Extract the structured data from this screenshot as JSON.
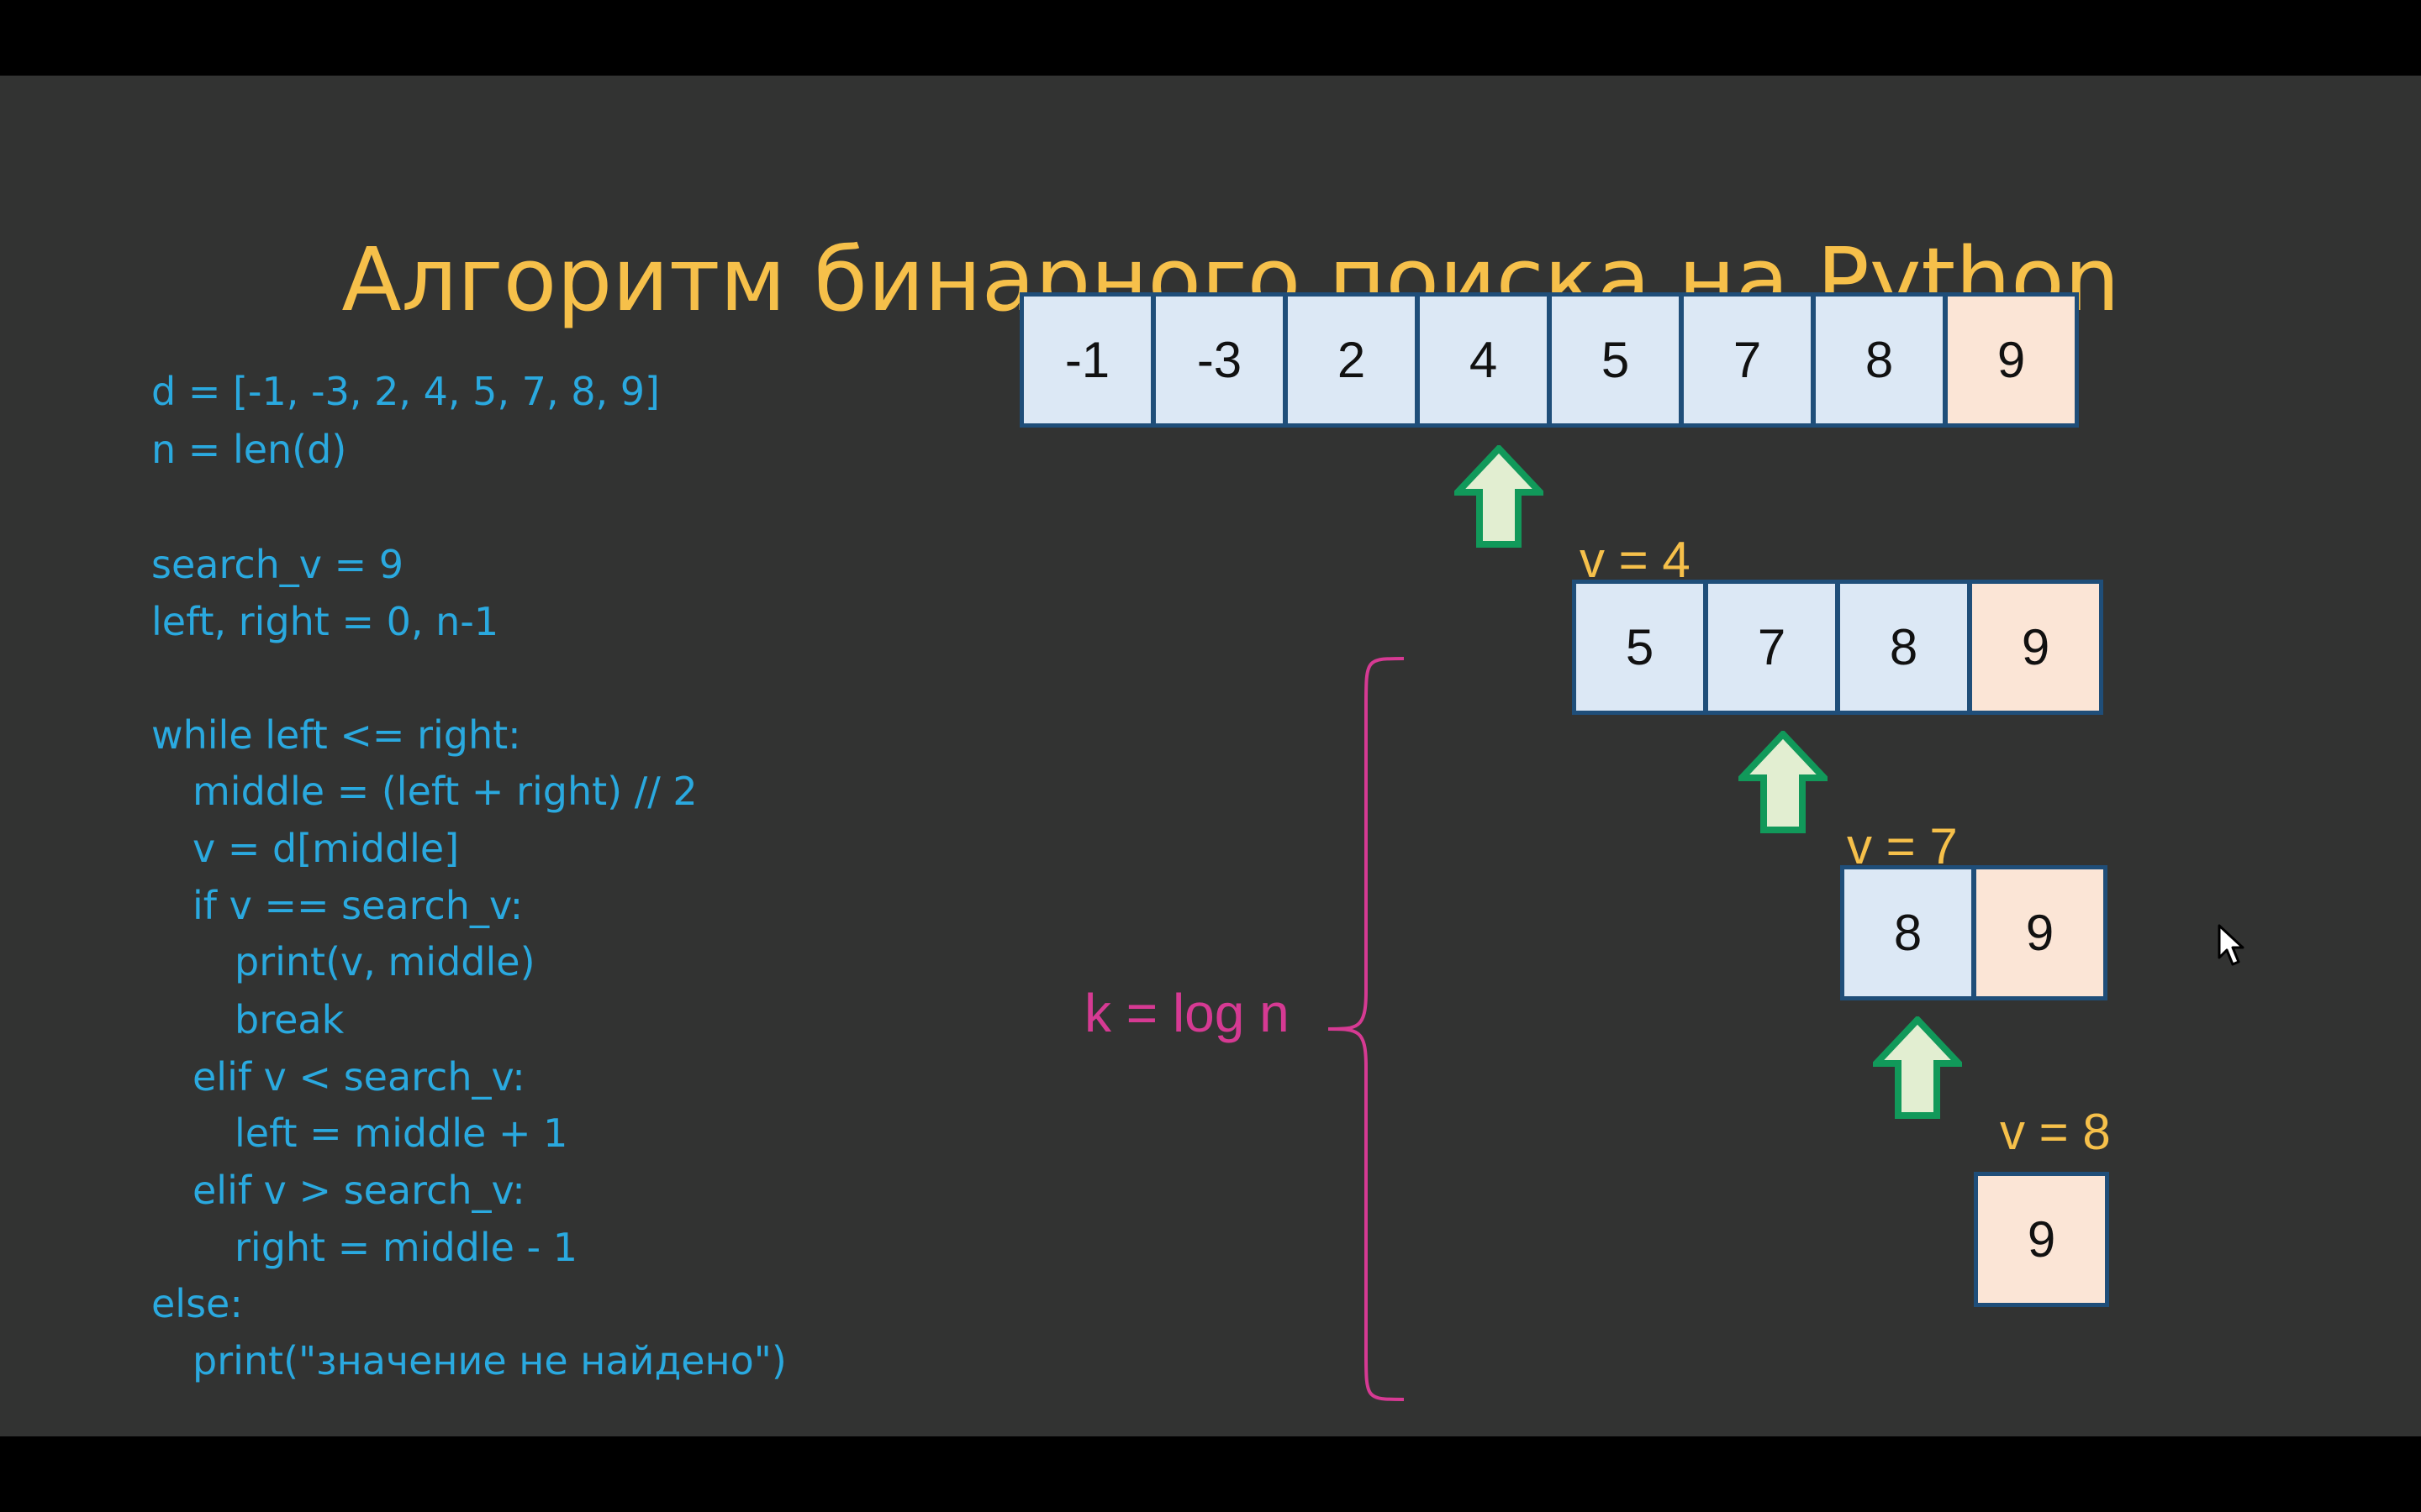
{
  "title": "Алгоритм бинарного поиска на Python",
  "code_lines": [
    "d = [-1, -3, 2, 4, 5, 7, 8, 9]",
    "n = len(d)",
    "search_v = 9",
    "left, right = 0, n-1",
    "while left <= right:",
    "middle = (left + right) // 2",
    "v = d[middle]",
    "if v == search_v:",
    "print(v, middle)",
    "break",
    "elif v < search_v:",
    "left = middle + 1",
    "elif v > search_v:",
    "right = middle - 1",
    "else:",
    "print(\"значение не найдено\")"
  ],
  "arrays": [
    {
      "cells": [
        "-1",
        "-3",
        "2",
        "4",
        "5",
        "7",
        "8",
        "9"
      ],
      "target_index": 7
    },
    {
      "cells": [
        "5",
        "7",
        "8",
        "9"
      ],
      "target_index": 3
    },
    {
      "cells": [
        "8",
        "9"
      ],
      "target_index": 1
    },
    {
      "cells": [
        "9"
      ],
      "target_index": 0
    }
  ],
  "steps": [
    {
      "label": "v = 4"
    },
    {
      "label": "v = 7"
    },
    {
      "label": "v = 8"
    }
  ],
  "complexity_label": "k = log n",
  "colors": {
    "background": "#323332",
    "title": "#f6c04a",
    "code": "#2aa9df",
    "cell_fill": "#dce8f5",
    "target_cell_fill": "#fbe5d6",
    "cell_border": "#1f4e79",
    "arrow_fill": "#e2eed1",
    "arrow_stroke": "#11995a",
    "step_label": "#f6c04a",
    "brace": "#d63a93"
  },
  "icons": {
    "step_arrow": "up-arrow-icon",
    "cursor": "mouse-pointer-icon"
  }
}
